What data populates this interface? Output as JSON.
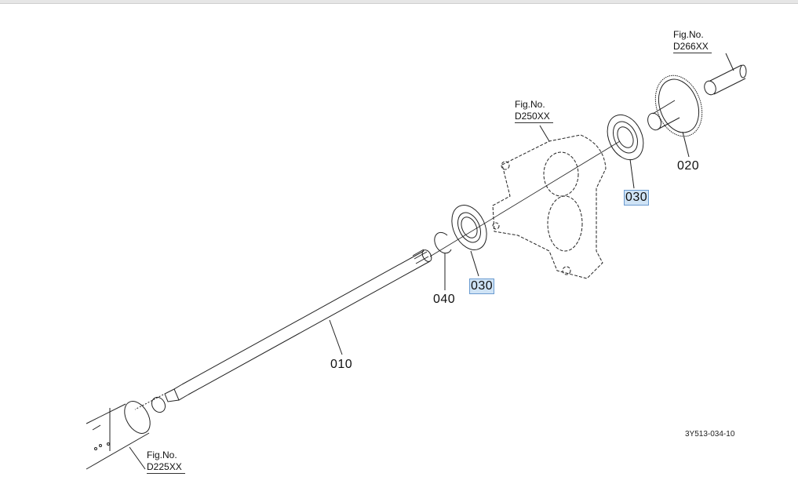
{
  "parts": [
    {
      "number": "010",
      "highlighted": false
    },
    {
      "number": "020",
      "highlighted": false
    },
    {
      "number": "030",
      "highlighted": true
    },
    {
      "number": "030",
      "highlighted": true
    },
    {
      "number": "040",
      "highlighted": false
    }
  ],
  "figure_refs": [
    {
      "label": "Fig.No.",
      "code": "D266XX"
    },
    {
      "label": "Fig.No.",
      "code": "D250XX"
    },
    {
      "label": "Fig.No.",
      "code": "D225XX"
    }
  ],
  "drawing_id": "3Y513-034-10",
  "colors": {
    "highlight": "#cfe3f5",
    "highlight_border": "#6a9bd0",
    "line": "#222222"
  }
}
